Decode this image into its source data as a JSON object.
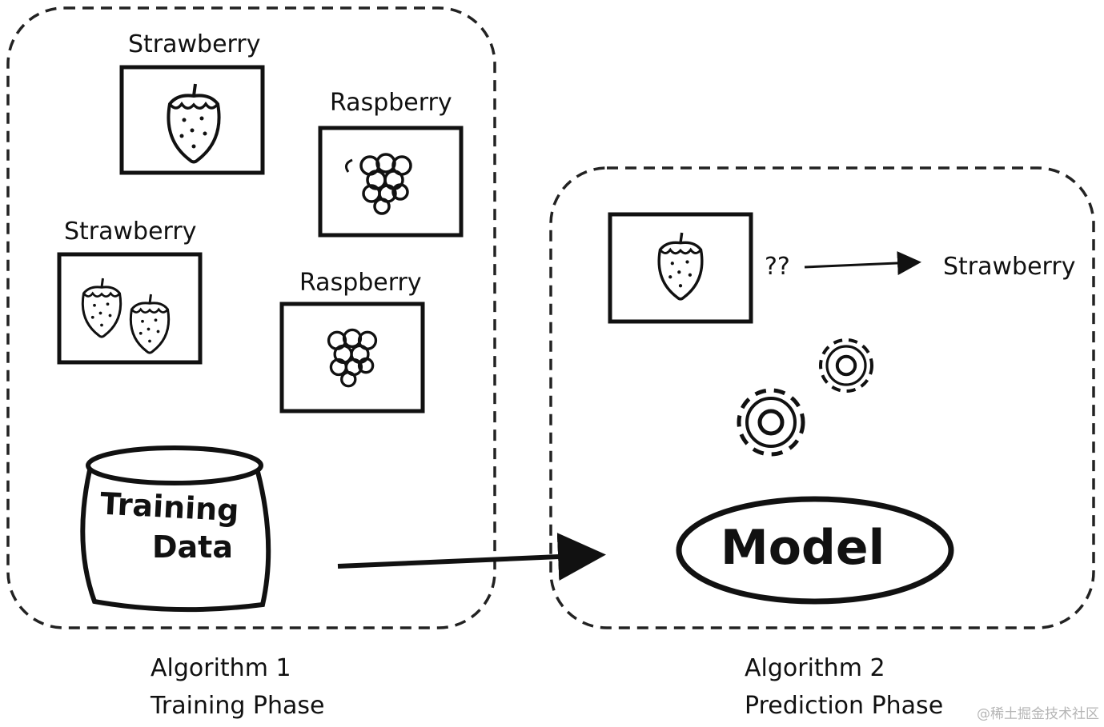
{
  "training_panel": {
    "items": [
      {
        "label": "Strawberry",
        "icon": "strawberry-icon"
      },
      {
        "label": "Raspberry",
        "icon": "raspberry-icon"
      },
      {
        "label": "Strawberry",
        "icon": "two-strawberries-icon"
      },
      {
        "label": "Raspberry",
        "icon": "raspberry-icon"
      }
    ],
    "data_store_label_line1": "Training",
    "data_store_label_line2": "Data",
    "caption_line1": "Algorithm 1",
    "caption_line2": "Training Phase"
  },
  "prediction_panel": {
    "unknown_marker": "??",
    "prediction_label": "Strawberry",
    "model_label": "Model",
    "caption_line1": "Algorithm 2",
    "caption_line2": "Prediction Phase"
  },
  "watermark": "@稀土掘金技术社区",
  "colors": {
    "ink": "#111111",
    "background": "#ffffff",
    "watermark": "#b5b5b5"
  }
}
